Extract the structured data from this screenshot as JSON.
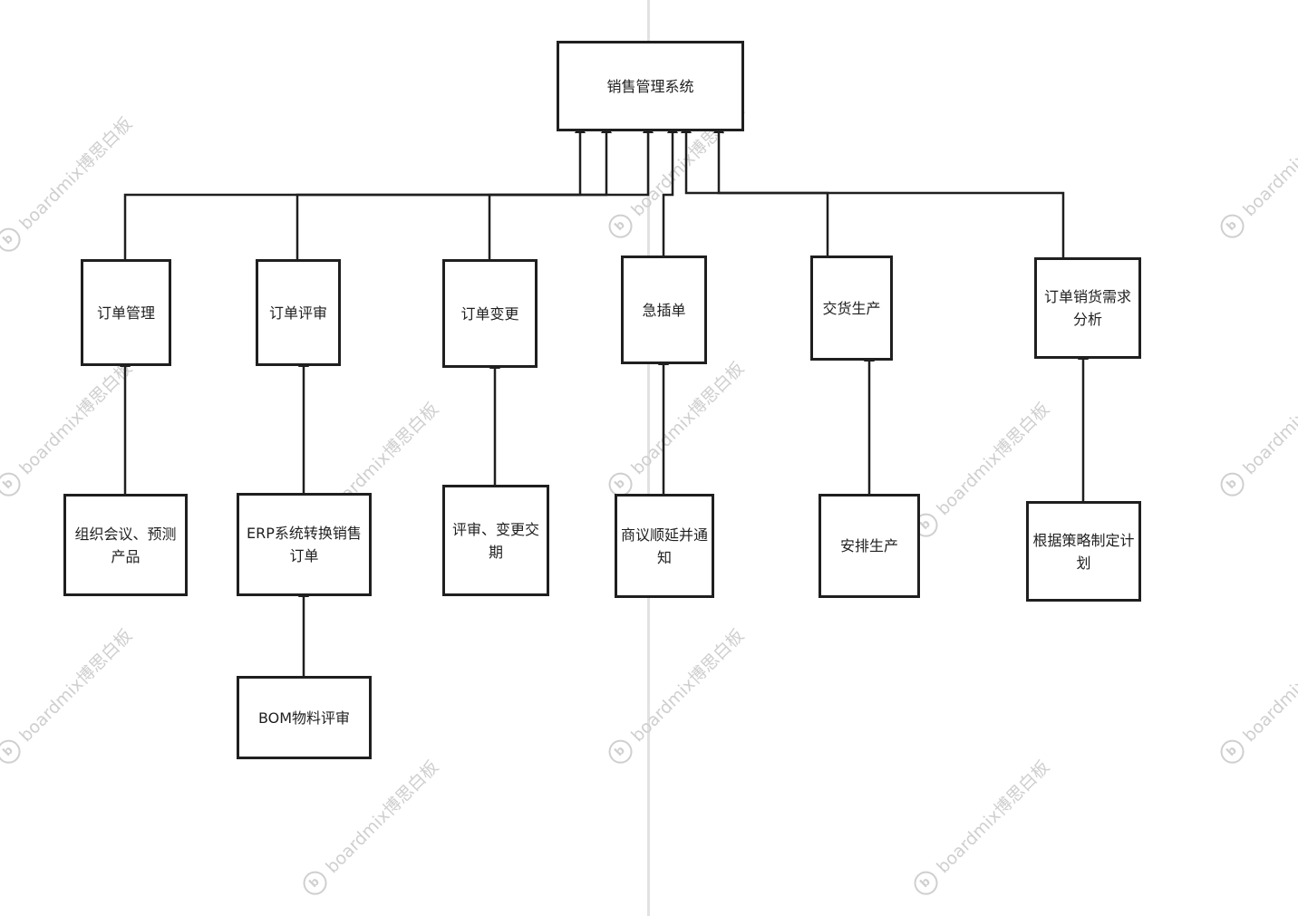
{
  "diagram": {
    "root": {
      "label": "销售管理系统"
    },
    "modules": [
      {
        "id": "order-management",
        "label": "订单管理"
      },
      {
        "id": "order-review",
        "label": "订单评审"
      },
      {
        "id": "order-change",
        "label": "订单变更"
      },
      {
        "id": "rush-order",
        "label": "急插单"
      },
      {
        "id": "delivery-production",
        "label": "交货生产"
      },
      {
        "id": "demand-analysis",
        "label": "订单销货需求分析"
      }
    ],
    "tasks": [
      {
        "id": "meeting-forecast",
        "label": "组织会议、预测产品"
      },
      {
        "id": "erp-convert",
        "label": "ERP系统转换销售订单"
      },
      {
        "id": "review-change-date",
        "label": "评审、变更交期"
      },
      {
        "id": "negotiate-postpone",
        "label": "商议顺延并通知"
      },
      {
        "id": "schedule-production",
        "label": "安排生产"
      },
      {
        "id": "plan-by-strategy",
        "label": "根据策略制定计划"
      },
      {
        "id": "bom-review",
        "label": "BOM物料评审"
      }
    ]
  },
  "watermark": {
    "text": "boardmix博思白板",
    "logo": "b",
    "color": "#cfcfcf"
  },
  "style": {
    "stroke": "#1f1f1f",
    "guide": "#e2e2e2"
  }
}
